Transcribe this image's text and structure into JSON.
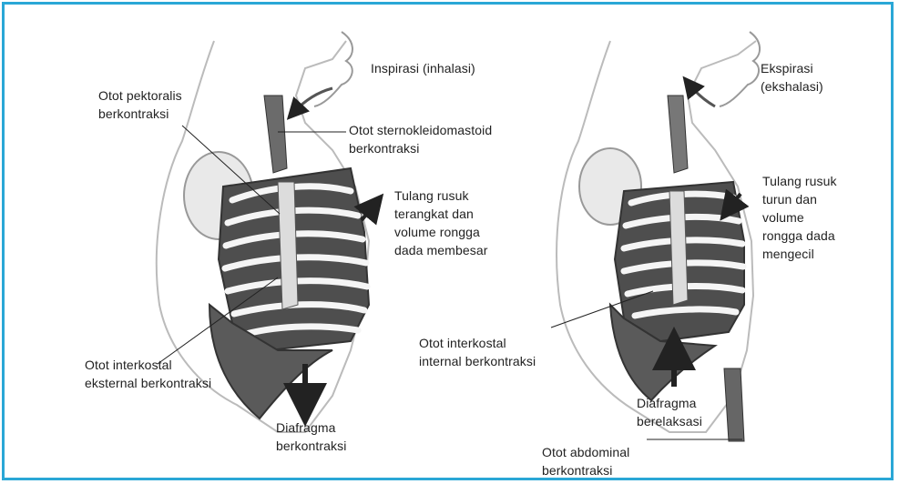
{
  "colors": {
    "border": "#2aa7d6",
    "ink": "#222222",
    "muscle": "#5a5a5a",
    "rib": "#ffffff"
  },
  "labels": {
    "inspirasi": "Inspirasi (inhalasi)",
    "pektoralis": "Otot pektoralis\nberkontraksi",
    "sternokleido": "Otot sternokleidomastoid\nberkontraksi",
    "rusuk_naik": "Tulang rusuk\nterangkat dan\nvolume rongga\ndada membesar",
    "interkostal_eksternal": "Otot interkostal\neksternal berkontraksi",
    "diafragma_kontraksi": "Diafragma\nberkontraksi",
    "ekspirasi": "Ekspirasi\n(ekshalasi)",
    "rusuk_turun": "Tulang rusuk\nturun dan\nvolume\nrongga dada\nmengecil",
    "interkostal_internal": "Otot interkostal\ninternal berkontraksi",
    "diafragma_relaksasi": "Diafragma\nberelaksasi",
    "abdominal": "Otot abdominal\nberkontraksi"
  }
}
